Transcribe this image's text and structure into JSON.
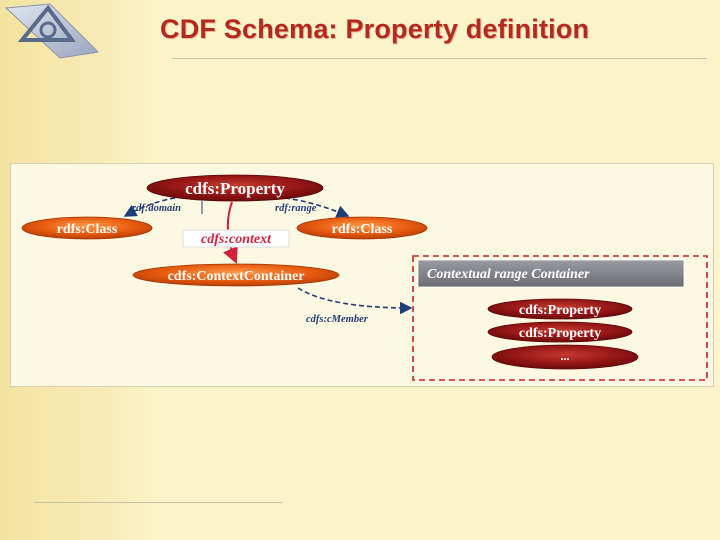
{
  "slide": {
    "title": "CDF Schema: Property definition"
  },
  "diagram": {
    "nodes": {
      "cdfs_property": "cdfs:Property",
      "rdfs_class_left": "rdfs:Class",
      "rdfs_class_right": "rdfs:Class",
      "context_container": "cdfs:ContextContainer",
      "cdfs_context": "cdfs:context"
    },
    "edges": {
      "domain": "rdf:domain",
      "range": "rdf:range",
      "cmember": "cdfs:cMember"
    },
    "container": {
      "title": "Contextual range Container",
      "items": [
        "cdfs:Property",
        "cdfs:Property",
        "..."
      ]
    }
  },
  "colors": {
    "title": "#b32a1c",
    "node_dark_red": "#8e1414",
    "node_orange": "#e55a10",
    "edge_blue": "#1f3d7a",
    "container_border": "#c8242a",
    "container_header": "#7d7d85"
  }
}
